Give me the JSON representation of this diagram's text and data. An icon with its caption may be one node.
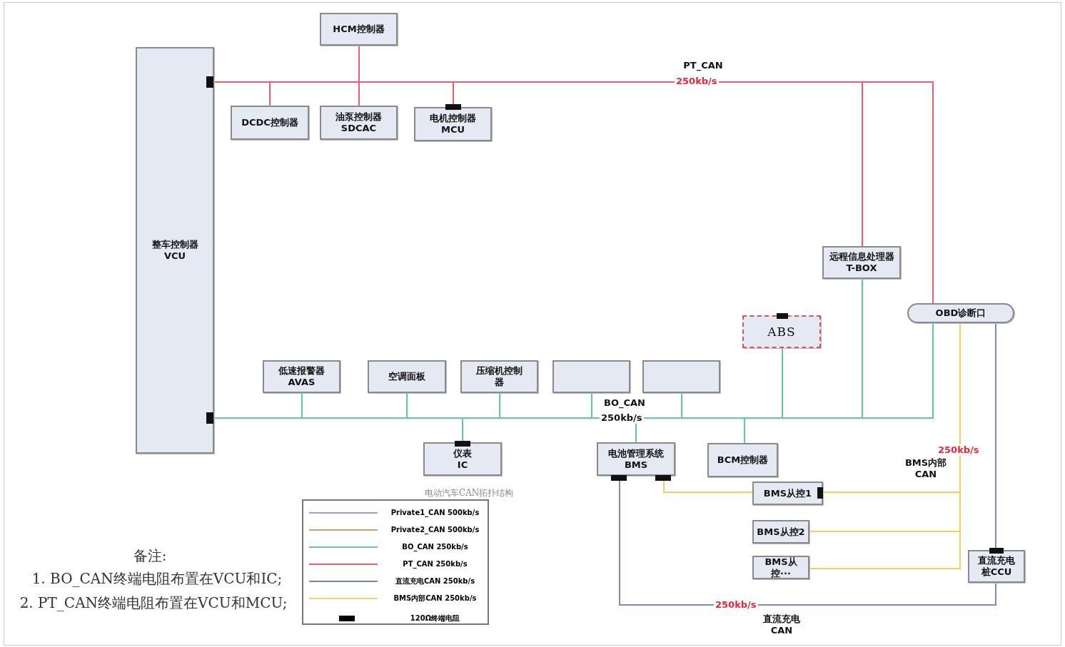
{
  "diagram": {
    "caption": "电动汽车CAN拓扑结构",
    "nodes": [
      {
        "text": [
          "整车控制器 VCU"
        ]
      },
      {
        "text": [
          "HCM控制器"
        ]
      },
      {
        "text": [
          "DCDC控制器"
        ]
      },
      {
        "text": [
          "油泵控制器 SDCAC"
        ]
      },
      {
        "text": [
          "电机控制器 MCU"
        ]
      },
      {
        "text": [
          "远程信息处理器 T-BOX"
        ]
      },
      {
        "text": [
          "OBD诊断口"
        ]
      },
      {
        "text": [
          "ABS"
        ]
      },
      {
        "text": [
          "低速报警器 AVAS"
        ]
      },
      {
        "text": [
          "空调面板"
        ]
      },
      {
        "text": [
          "压缩机控制器"
        ]
      },
      {
        "text": [],
        "shape": "box"
      },
      {
        "text": [],
        "shape": "box"
      },
      {
        "text": [
          "仪表 IC"
        ]
      },
      {
        "text": [
          "电池管理系统 BMS"
        ]
      },
      {
        "text": [
          "BCM控制器"
        ]
      },
      {
        "text": [
          "BMS从控1"
        ]
      },
      {
        "text": [
          "BMS从控2"
        ]
      },
      {
        "text": [
          "BMS从控···"
        ]
      },
      {
        "text": [
          "直流充电桩CCU"
        ]
      }
    ],
    "edges": [
      {
        "from": 0,
        "to": 1,
        "arrow": "none",
        "color": "#f05a6e"
      },
      {
        "from": 0,
        "to": 2,
        "arrow": "none",
        "color": "#f05a6e"
      },
      {
        "from": 0,
        "to": 3,
        "arrow": "none",
        "color": "#f05a6e"
      },
      {
        "from": 0,
        "to": 4,
        "arrow": "none",
        "color": "#f05a6e"
      },
      {
        "from": 0,
        "to": 5,
        "arrow": "none",
        "color": "#f05a6e"
      },
      {
        "from": 0,
        "to": 6,
        "arrow": "none",
        "color": "#f05a6e"
      },
      {
        "from": 0,
        "to": 8,
        "arrow": "none"
      },
      {
        "from": 0,
        "to": 9,
        "arrow": "none"
      },
      {
        "from": 0,
        "to": 10,
        "arrow": "none"
      },
      {
        "from": 0,
        "to": 11,
        "arrow": "none"
      },
      {
        "from": 0,
        "to": 12,
        "arrow": "none"
      },
      {
        "from": 0,
        "to": 13,
        "arrow": "none"
      },
      {
        "from": 0,
        "to": 14,
        "arrow": "none"
      },
      {
        "from": 0,
        "to": 15,
        "arrow": "none"
      },
      {
        "from": 0,
        "to": 7,
        "arrow": "none"
      },
      {
        "from": 0,
        "to": 5,
        "arrow": "none"
      },
      {
        "from": 0,
        "to": 6,
        "arrow": "none"
      },
      {
        "from": 14,
        "to": 16,
        "arrow": "none",
        "color": "#f2d060"
      },
      {
        "from": 16,
        "to": 17,
        "arrow": "none",
        "color": "#f2d060"
      },
      {
        "from": 16,
        "to": 18,
        "arrow": "none",
        "color": "#f2d060"
      },
      {
        "from": 16,
        "to": 6,
        "arrow": "none",
        "color": "#f2d060"
      },
      {
        "from": 14,
        "to": 19,
        "arrow": "none",
        "color": "#7a8db5"
      },
      {
        "from": 19,
        "to": 6,
        "arrow": "none",
        "color": "#7a8db5"
      }
    ],
    "labels": [
      "PT_CAN",
      "250kb/s",
      "BO_CAN",
      "250kb/s",
      "250kb/s",
      "BMS内部 CAN",
      "250kb/s",
      "直流充电 CAN",
      "备注:",
      "1. BO_CAN终端电阻布置在VCU和IC;",
      "2. PT_CAN终端电阻布置在VCU和MCU;"
    ],
    "legend": [
      {
        "text": "Private1_CAN 500kb/s"
      },
      {
        "text": "Private2_CAN 500kb/s"
      },
      {
        "text": "BO_CAN 250kb/s"
      },
      {
        "text": "PT_CAN 250kb/s"
      },
      {
        "text": "直流充电CAN 250kb/s"
      },
      {
        "text": "BMS内部CAN 250kb/s"
      },
      {
        "text": "120Ω终端电阻",
        "color": "#000000"
      }
    ]
  }
}
